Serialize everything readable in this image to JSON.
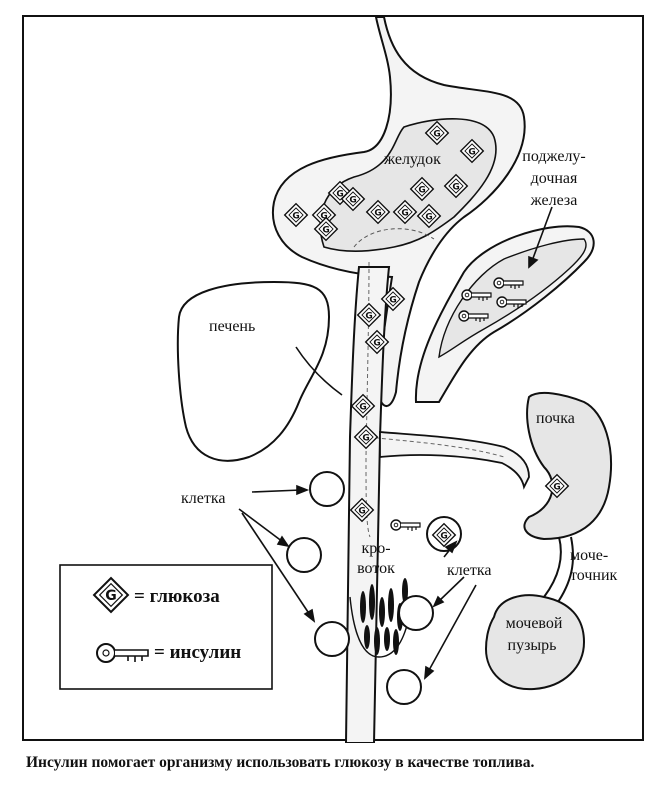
{
  "labels": {
    "stomach": "желудок",
    "pancreas": [
      "поджелу-",
      "дочная",
      "железа"
    ],
    "liver": "печень",
    "kidney": "почка",
    "cell_left": "клетка",
    "cell_right": "клетка",
    "bloodstream": [
      "кро-",
      "воток"
    ],
    "ureter": [
      "моче-",
      "точник"
    ],
    "bladder": [
      "мочевой",
      "пузырь"
    ]
  },
  "legend": {
    "glucose_symbol": "G",
    "glucose_text": "= глюкоза",
    "insulin_text": "= инсулин"
  },
  "caption": "Инсулин помогает организму использовать глюкозу в качестве топлива.",
  "colors": {
    "line": "#111111",
    "organ_fill": "#e6e6e6",
    "vessel_fill": "#f4f4f4"
  }
}
